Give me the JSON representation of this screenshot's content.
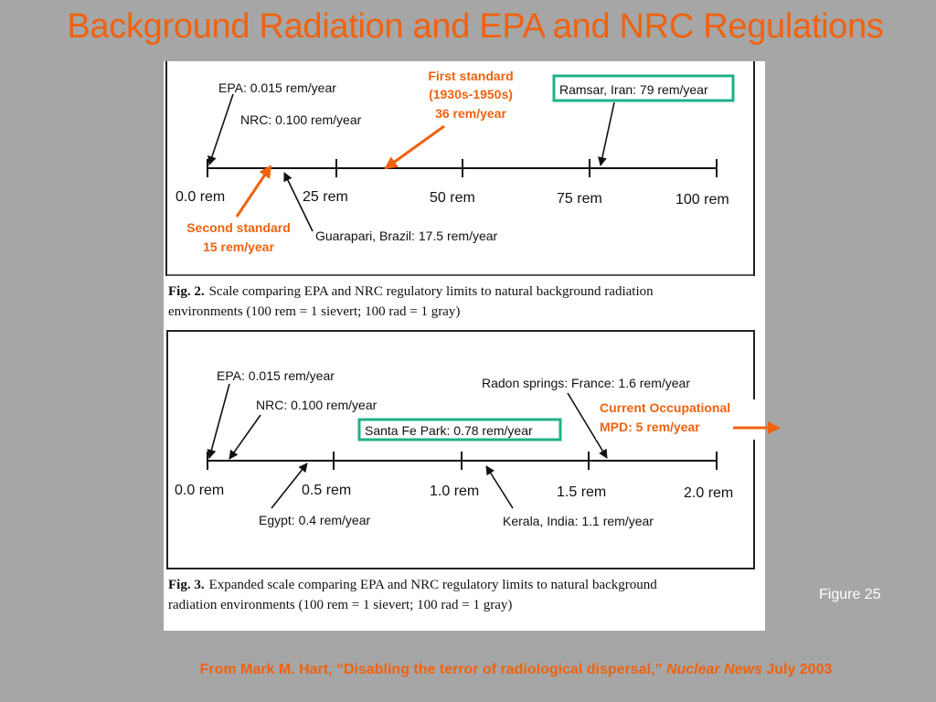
{
  "slide": {
    "title": "Background Radiation and EPA and NRC Regulations",
    "figure_number": "Figure 25",
    "citation_prefix": "From Mark M. Hart, “Disabling the terror of radiological dispersal,” ",
    "citation_journal": "Nuclear News",
    "citation_suffix": " July 2003"
  },
  "fig2": {
    "epa": "EPA: 0.015 rem/year",
    "nrc": "NRC: 0.100 rem/year",
    "ramsar": "Ramsar, Iran: 79 rem/year",
    "guarapari": "Guarapari, Brazil: 17.5 rem/year",
    "ticks": [
      "0.0 rem",
      "25 rem",
      "50 rem",
      "75 rem",
      "100 rem"
    ],
    "caption_bold": "Fig. 2.",
    "caption_line1": "Scale comparing EPA and NRC regulatory limits to natural background radiation",
    "caption_line2": "environments (100 rem = 1 sievert; 100 rad = 1 gray)",
    "first_standard": [
      "First standard",
      "(1930s-1950s)",
      "36 rem/year"
    ],
    "second_standard": [
      "Second standard",
      "15 rem/year"
    ]
  },
  "fig3": {
    "epa": "EPA: 0.015 rem/year",
    "nrc": "NRC: 0.100 rem/year",
    "radon": "Radon springs: France: 1.6 rem/year",
    "santa_fe": "Santa Fe Park: 0.78 rem/year",
    "egypt": "Egypt: 0.4 rem/year",
    "kerala": "Kerala, India: 1.1 rem/year",
    "ticks": [
      "0.0 rem",
      "0.5 rem",
      "1.0 rem",
      "1.5 rem",
      "2.0 rem"
    ],
    "caption_bold": "Fig. 3.",
    "caption_line1": "Expanded scale comparing EPA and NRC regulatory limits to natural background",
    "caption_line2": "radiation environments (100 rem = 1 sievert; 100 rad = 1 gray)",
    "occupational": [
      "Current Occupational",
      "MPD:  5 rem/year"
    ]
  },
  "colors": {
    "title": "#f0620f",
    "highlight_box": "#1fb08a",
    "background": "#a6a6a6"
  }
}
